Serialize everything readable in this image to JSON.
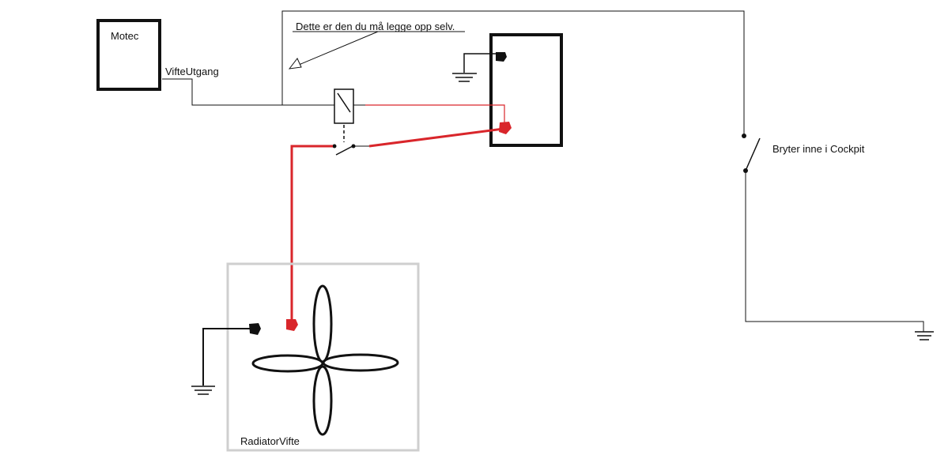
{
  "labels": {
    "motec": "Motec",
    "vifte_utgang": "VifteUtgang",
    "note": "Dette er den du må legge opp selv.",
    "switch": "Bryter inne i Cockpit",
    "fan": "RadiatorVifte"
  },
  "colors": {
    "wire": "#111111",
    "power": "#d9262b",
    "fan_box_border": "#cfcfcf"
  }
}
